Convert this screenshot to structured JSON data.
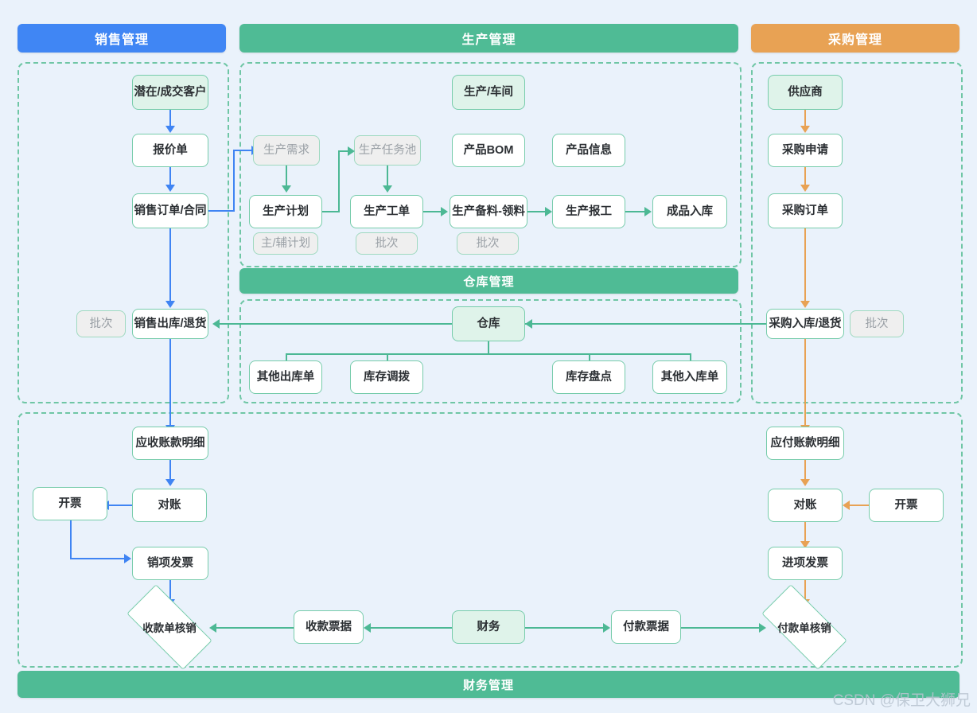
{
  "headers": {
    "sales": {
      "label": "销售管理",
      "color": "#4086f4"
    },
    "production": {
      "label": "生产管理",
      "color": "#4fbb95"
    },
    "purchase": {
      "label": "采购管理",
      "color": "#e8a254"
    },
    "warehouse": {
      "label": "仓库管理",
      "color": "#4fbb95"
    },
    "finance": {
      "label": "财务管理",
      "color": "#4fbb95"
    }
  },
  "sales_flow": {
    "customer": "潜在/成交客户",
    "quotation": "报价单",
    "sales_order": "销售订单/合同",
    "batch": "批次",
    "sales_outbound": "销售出库/退货"
  },
  "production_flow": {
    "workshop": "生产/车间",
    "demand": "生产需求",
    "task_pool": "生产任务池",
    "product_bom": "产品BOM",
    "product_info": "产品信息",
    "plan": "生产计划",
    "work_order": "生产工单",
    "material_prep": "生产备料-领料",
    "report": "生产报工",
    "finished_inbound": "成品入库",
    "plan_tag": "主/辅计划",
    "work_order_tag": "批次",
    "material_tag": "批次"
  },
  "purchase_flow": {
    "supplier": "供应商",
    "requisition": "采购申请",
    "purchase_order": "采购订单",
    "purchase_inbound": "采购入库/退货",
    "batch": "批次"
  },
  "warehouse_flow": {
    "warehouse": "仓库",
    "other_outbound": "其他出库单",
    "stock_transfer": "库存调拨",
    "stock_count": "库存盘点",
    "other_inbound": "其他入库单"
  },
  "finance_left": {
    "receivable_detail": "应收账款明细",
    "reconcile": "对账",
    "invoicing": "开票",
    "output_invoice": "销项发票",
    "receipt_writeoff": "收款单核销"
  },
  "finance_right": {
    "payable_detail": "应付账款明细",
    "reconcile": "对账",
    "invoicing": "开票",
    "input_invoice": "进项发票",
    "payment_writeoff": "付款单核销"
  },
  "finance_center": {
    "receipt_voucher": "收款票据",
    "finance": "财务",
    "payment_voucher": "付款票据"
  },
  "watermark": "CSDN @保卫大狮兄",
  "colors": {
    "sales_accent": "#3f84f3",
    "production_accent": "#4cb894",
    "purchase_accent": "#e8a254",
    "node_border": "#77ccab",
    "mint_fill": "#dff3ea",
    "gray_fill": "#efefef",
    "canvas": "#eaf2fb"
  }
}
